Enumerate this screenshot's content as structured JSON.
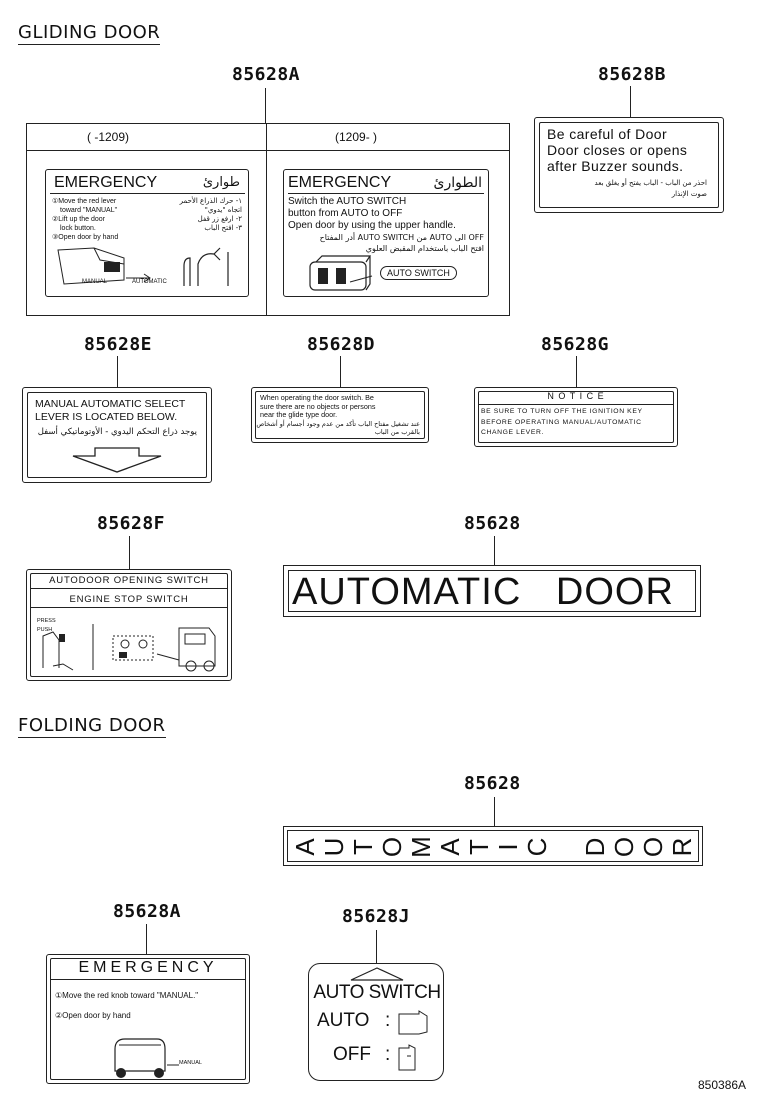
{
  "sections": {
    "gliding": "GLIDING DOOR",
    "folding": "FOLDING DOOR"
  },
  "parts": {
    "p85628A_top": "85628A",
    "p85628B": "85628B",
    "p85628E": "85628E",
    "p85628D": "85628D",
    "p85628G": "85628G",
    "p85628F": "85628F",
    "p85628_mid": "85628",
    "p85628_fold": "85628",
    "p85628A_fold": "85628A",
    "p85628J": "85628J"
  },
  "label_a": {
    "left_header": "(      -1209)",
    "right_header": "(1209-      )",
    "left_title": "EMERGENCY",
    "left_title_ar": "طوارئ",
    "left_lines": [
      "①Move the red lever",
      "toward \"MANUAL\"",
      "②Lift up the door",
      "lock button.",
      "③Open door by hand"
    ],
    "left_ar_lines": [
      "١- حرك الذراع الأحمر",
      "اتجاه \"يدوي\"",
      "٢- ارفع زر قفل",
      "٣- افتح الباب"
    ],
    "left_tag_manual": "MANUAL",
    "left_tag_auto": "AUTOMATIC",
    "right_title": "EMERGENCY",
    "right_title_ar": "الطوارئ",
    "right_lines": [
      "Switch the AUTO SWITCH",
      "button from AUTO to OFF",
      "Open door by using the upper handle."
    ],
    "right_ar_lines": [
      "OFF الى AUTO من AUTO SWITCH أدر المفتاح",
      "افتح الباب باستخدام المقبض العلوي"
    ],
    "right_btn": "AUTO SWITCH"
  },
  "label_b": {
    "lines": [
      "Be careful of Door",
      "Door closes or opens",
      "after Buzzer sounds."
    ],
    "ar_lines": [
      "احذر من الباب - الباب يفتح أو يغلق بعد",
      "صوت الإنذار"
    ]
  },
  "label_e": {
    "lines": [
      "MANUAL AUTOMATIC SELECT",
      "LEVER IS LOCATED BELOW."
    ],
    "ar": "يوجد ذراع التحكم اليدوي - الأوتوماتيكي أسفل"
  },
  "label_d": {
    "lines": [
      "When operating the door switch. Be",
      "sure there are no objects or persons",
      "near the glide type door."
    ],
    "ar_lines": [
      "عند تشغيل مفتاح الباب تأكد من عدم وجود أجسام أو أشخاص",
      "بالقرب من الباب"
    ]
  },
  "label_g": {
    "title": "N O T I C E",
    "lines": [
      "BE SURE TO TURN OFF THE IGNITION KEY",
      "BEFORE OPERATING MANUAL/AUTOMATIC",
      "CHANGE LEVER."
    ]
  },
  "label_f": {
    "title1": "AUTODOOR OPENING SWITCH",
    "title2": "ENGINE STOP SWITCH",
    "tag_press": "PRESS",
    "tag_push": "PUSH"
  },
  "label_auto": {
    "text": "AUTOMATIC   DOOR"
  },
  "label_fold_auto": {
    "letters": [
      "A",
      "U",
      "T",
      "O",
      "M",
      "A",
      "T",
      "I",
      "C",
      "",
      "D",
      "O",
      "O",
      "R"
    ]
  },
  "label_a_fold": {
    "title": "EMERGENCY",
    "line1": "①Move the red knob toward \"MANUAL.\"",
    "line2": "②Open door by hand",
    "tag": "MANUAL"
  },
  "label_j": {
    "title": "AUTO SWITCH",
    "auto": "AUTO",
    "off": "OFF",
    "sep": ":"
  },
  "drawing_code": "850386A"
}
